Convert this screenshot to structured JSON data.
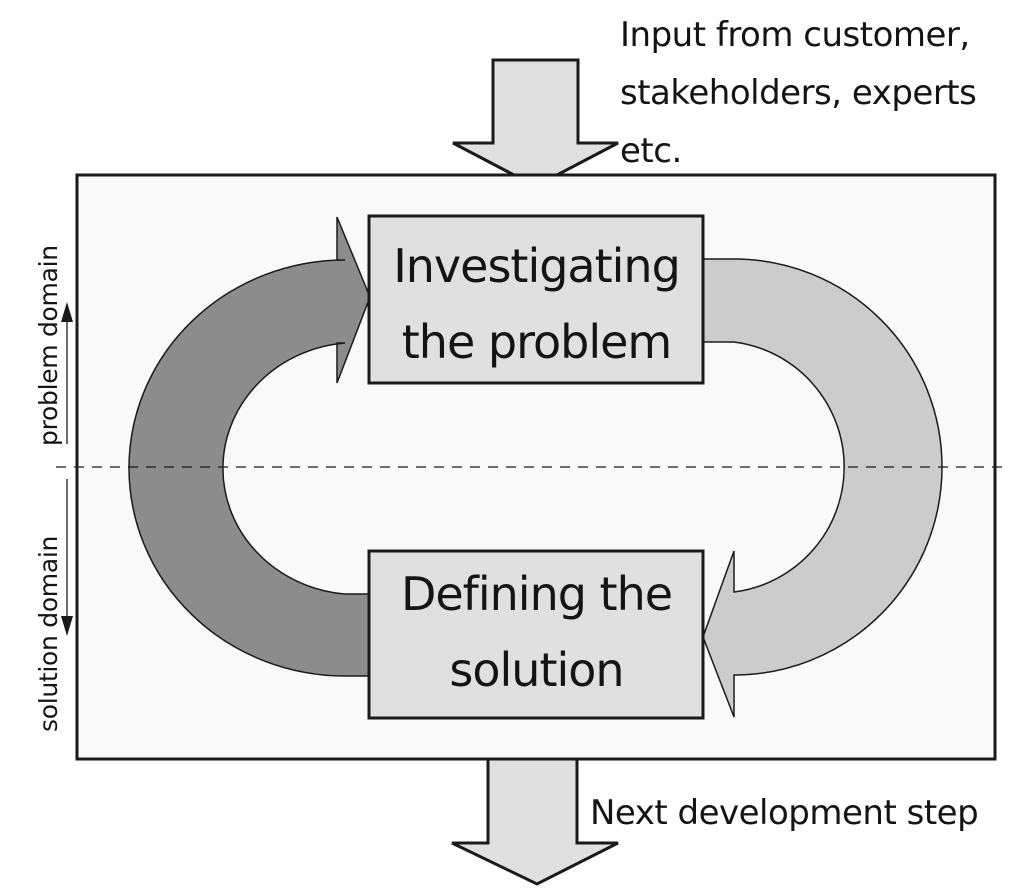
{
  "diagram": {
    "title": "Problem / solution domain iteration cycle",
    "input": {
      "lines": [
        "Input from customer,",
        "stakeholders, experts",
        "etc."
      ]
    },
    "output": {
      "label": "Next development step"
    },
    "nodes": [
      {
        "id": "investigate",
        "lines": [
          "Investigating",
          "the problem"
        ],
        "domain": "problem"
      },
      {
        "id": "define",
        "lines": [
          "Defining the",
          "solution"
        ],
        "domain": "solution"
      }
    ],
    "edges": [
      {
        "from": "define",
        "to": "investigate",
        "side": "left",
        "shade": "dark"
      },
      {
        "from": "investigate",
        "to": "define",
        "side": "right",
        "shade": "light"
      }
    ],
    "domains": {
      "problem": "problem domain",
      "solution": "solution domain"
    },
    "colors": {
      "frame_fill": "#f9f9f9",
      "box_fill": "#e0e0e0",
      "arrow_dark": "#8c8c8c",
      "arrow_light": "#cccccc",
      "io_arrow_fill": "#e0e0e0",
      "stroke": "#1a1a1a"
    }
  }
}
